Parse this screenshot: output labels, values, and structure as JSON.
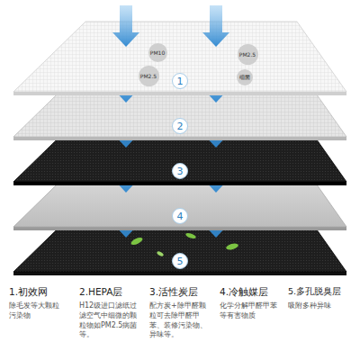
{
  "diagram": {
    "labels": [
      "PM10",
      "PM2.5",
      "PM2.5",
      "细菌",
      "1",
      "2",
      "3",
      "4",
      "5",
      "1.初效网",
      "除毛发等大颗粒污染物",
      "2.HEPA层",
      "H12级进口滤纸过滤空气中细微的颗粒物如PM2.5病菌等。",
      "3.活性炭层",
      "配方炭+除甲醛颗粒可去除甲醛甲苯、装修污染物、异味等。",
      "4.冷触媒层",
      "化学分解甲醛甲苯等有害物质",
      "5.多孔脱臭层",
      "吸附多种异味"
    ]
  }
}
